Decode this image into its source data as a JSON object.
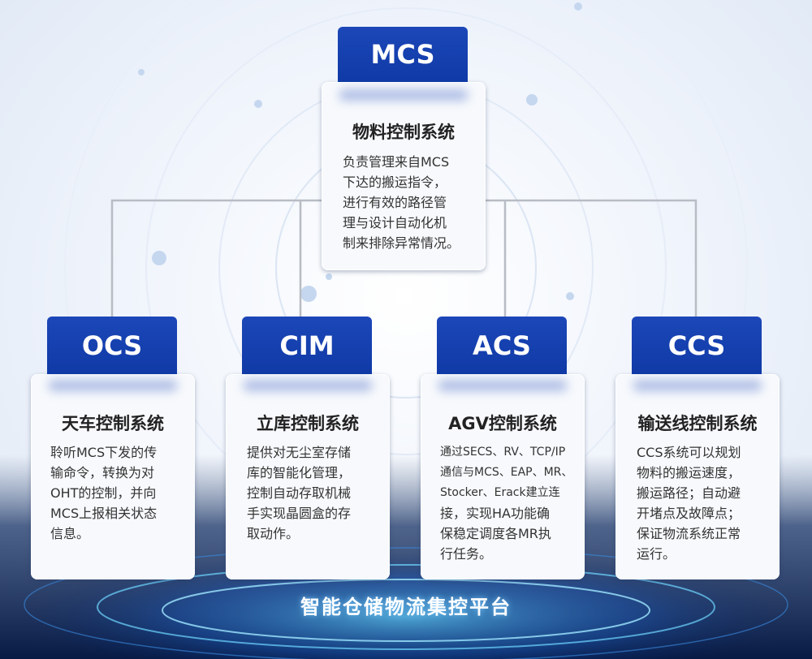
{
  "top": {
    "tab": "MCS",
    "title": "物料控制系统",
    "desc": [
      "负责管理来自MCS",
      "下达的搬运指令，",
      "进行有效的路径管",
      "理与设计自动化机",
      "制来排除异常情况。"
    ]
  },
  "modules": [
    {
      "tab": "OCS",
      "title": "天车控制系统",
      "desc": [
        "聆听MCS下发的传",
        "输命令，转换为对",
        "OHT的控制，并向",
        "MCS上报相关状态",
        "信息。"
      ]
    },
    {
      "tab": "CIM",
      "title": "立库控制系统",
      "desc": [
        "提供对无尘室存储",
        "库的智能化管理，",
        "控制自动存取机械",
        "手实现晶圆盒的存",
        "取动作。"
      ]
    },
    {
      "tab": "ACS",
      "title": "AGV控制系统",
      "desc": [
        "通过SECS、RV、TCP/IP",
        "通信与MCS、EAP、MR、",
        "Stocker、Erack建立连",
        "接，实现HA功能确",
        "保稳定调度各MR执",
        "行任务。"
      ]
    },
    {
      "tab": "CCS",
      "title": "输送线控制系统",
      "desc": [
        "CCS系统可以规划",
        "物料的搬运速度，",
        "搬运路径；自动避",
        "开堵点及故障点；",
        "保证物流系统正常",
        "运行。"
      ]
    }
  ],
  "footer": "智能仓储物流集控平台",
  "colors": {
    "tab": "#1440b0",
    "line": "#b8bcc4",
    "card": "#f7f9fc",
    "base": "#0a2a6e"
  }
}
